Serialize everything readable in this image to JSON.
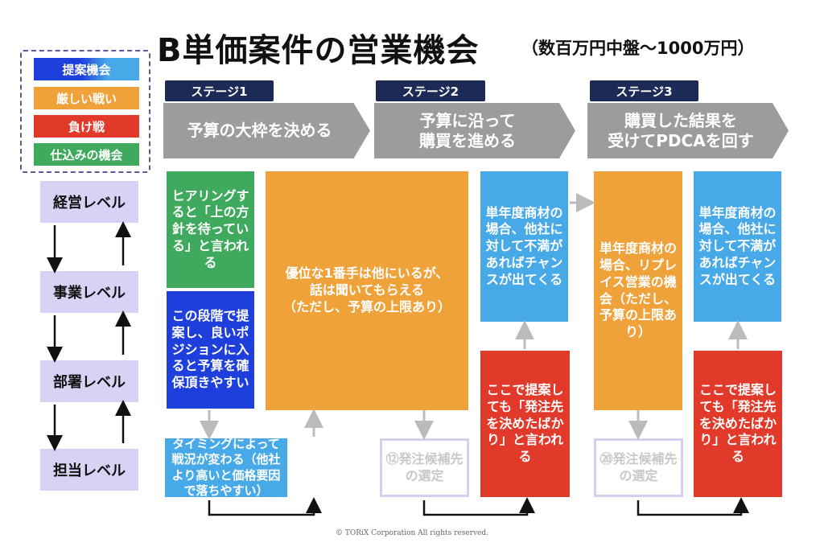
{
  "title": "B単価案件の営業機会",
  "subtitle": "（数百万円中盤〜1000万円）",
  "legend": {
    "items": [
      {
        "label": "提案機会",
        "color": "#2b5fe0"
      },
      {
        "label": "厳しい戦い",
        "color": "#f0a23a"
      },
      {
        "label": "負け戦",
        "color": "#e23a2a"
      },
      {
        "label": "仕込みの機会",
        "color": "#3faa5e"
      }
    ]
  },
  "levels": [
    "経営レベル",
    "事業レベル",
    "部署レベル",
    "担当レベル"
  ],
  "stages": [
    {
      "label": "ステージ1",
      "heading": "予算の大枠を決める"
    },
    {
      "label": "ステージ2",
      "heading": "予算に沿って\n購買を進める"
    },
    {
      "label": "ステージ3",
      "heading": "購買した結果を\n受けてPDCAを回す"
    }
  ],
  "boxes": {
    "s1_green": "ヒアリングすると「上の方針を待っている」と言われる",
    "s1_blue": "この段階で提案し、良いポジションに入ると予算を確保頂きやすい",
    "s1_orange": "優位な1番手は他にいるが、\n話は聞いてもらえる\n（ただし、予算の上限あり）",
    "s1_bottom": "タイミングによって戦況が変わる（他社より高いと価格要因で落ちやすい）",
    "s2_blue": "単年度商材の場合、他社に対して不満があればチャンスが出てくる",
    "s2_red": "ここで提案しても「発注先を決めたばかり」と言われる",
    "s2_ghost": "⑫発注候補先の選定",
    "s3_orange": "単年度商材の場合、リプレイス営業の機会（ただし、予算の上限あり）",
    "s3_blue": "単年度商材の場合、他社に対して不満があればチャンスが出てくる",
    "s3_red": "ここで提案しても「発注先を決めたばかり」と言われる",
    "s3_ghost": "⑳発注候補先の選定"
  },
  "copyright": "© TORiX Corporation All rights reserved."
}
